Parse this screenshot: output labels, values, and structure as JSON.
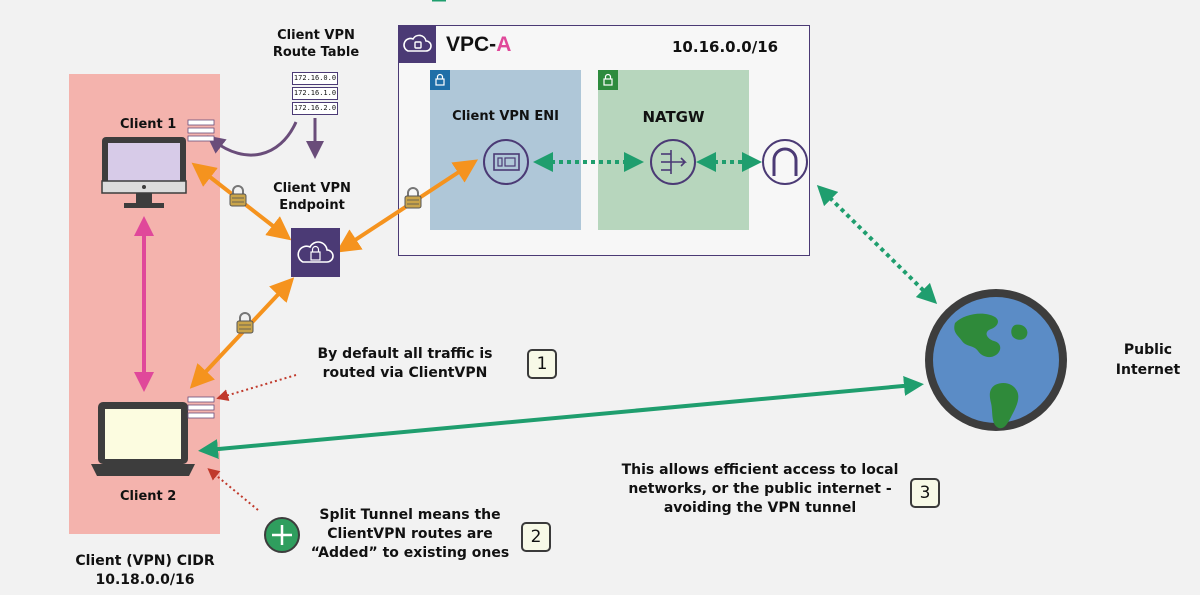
{
  "route_table": {
    "title": "Client VPN Route Table",
    "routes": [
      "172.16.0.0",
      "172.16.1.0",
      "172.16.2.0"
    ]
  },
  "vpc": {
    "name_prefix": "VPC-",
    "name_suffix": "A",
    "cidr": "10.16.0.0/16"
  },
  "subnets": {
    "eni_label": "Client VPN ENI",
    "natgw_label": "NATGW"
  },
  "clients": {
    "client1_label": "Client 1",
    "client2_label": "Client 2"
  },
  "endpoint": {
    "label": "Client VPN Endpoint"
  },
  "client_cidr": {
    "label": "Client (VPN) CIDR",
    "value": "10.18.0.0/16"
  },
  "internet": {
    "label": "Public Internet"
  },
  "notes": [
    {
      "number": "1",
      "text": "By default all traffic is routed via ClientVPN"
    },
    {
      "number": "2",
      "text": "Split Tunnel means the ClientVPN routes are “Added” to existing ones"
    },
    {
      "number": "3",
      "text": "This allows efficient access to local networks, or the public internet - avoiding the VPN tunnel"
    }
  ],
  "colors": {
    "orange": "#f5931e",
    "green": "#1f9e6e",
    "pink": "#e0489a",
    "purple": "#4b3a75",
    "client_zone": "#f4b3ad",
    "eni_subnet": "#afc7d8",
    "nat_subnet": "#b7d6bd"
  }
}
